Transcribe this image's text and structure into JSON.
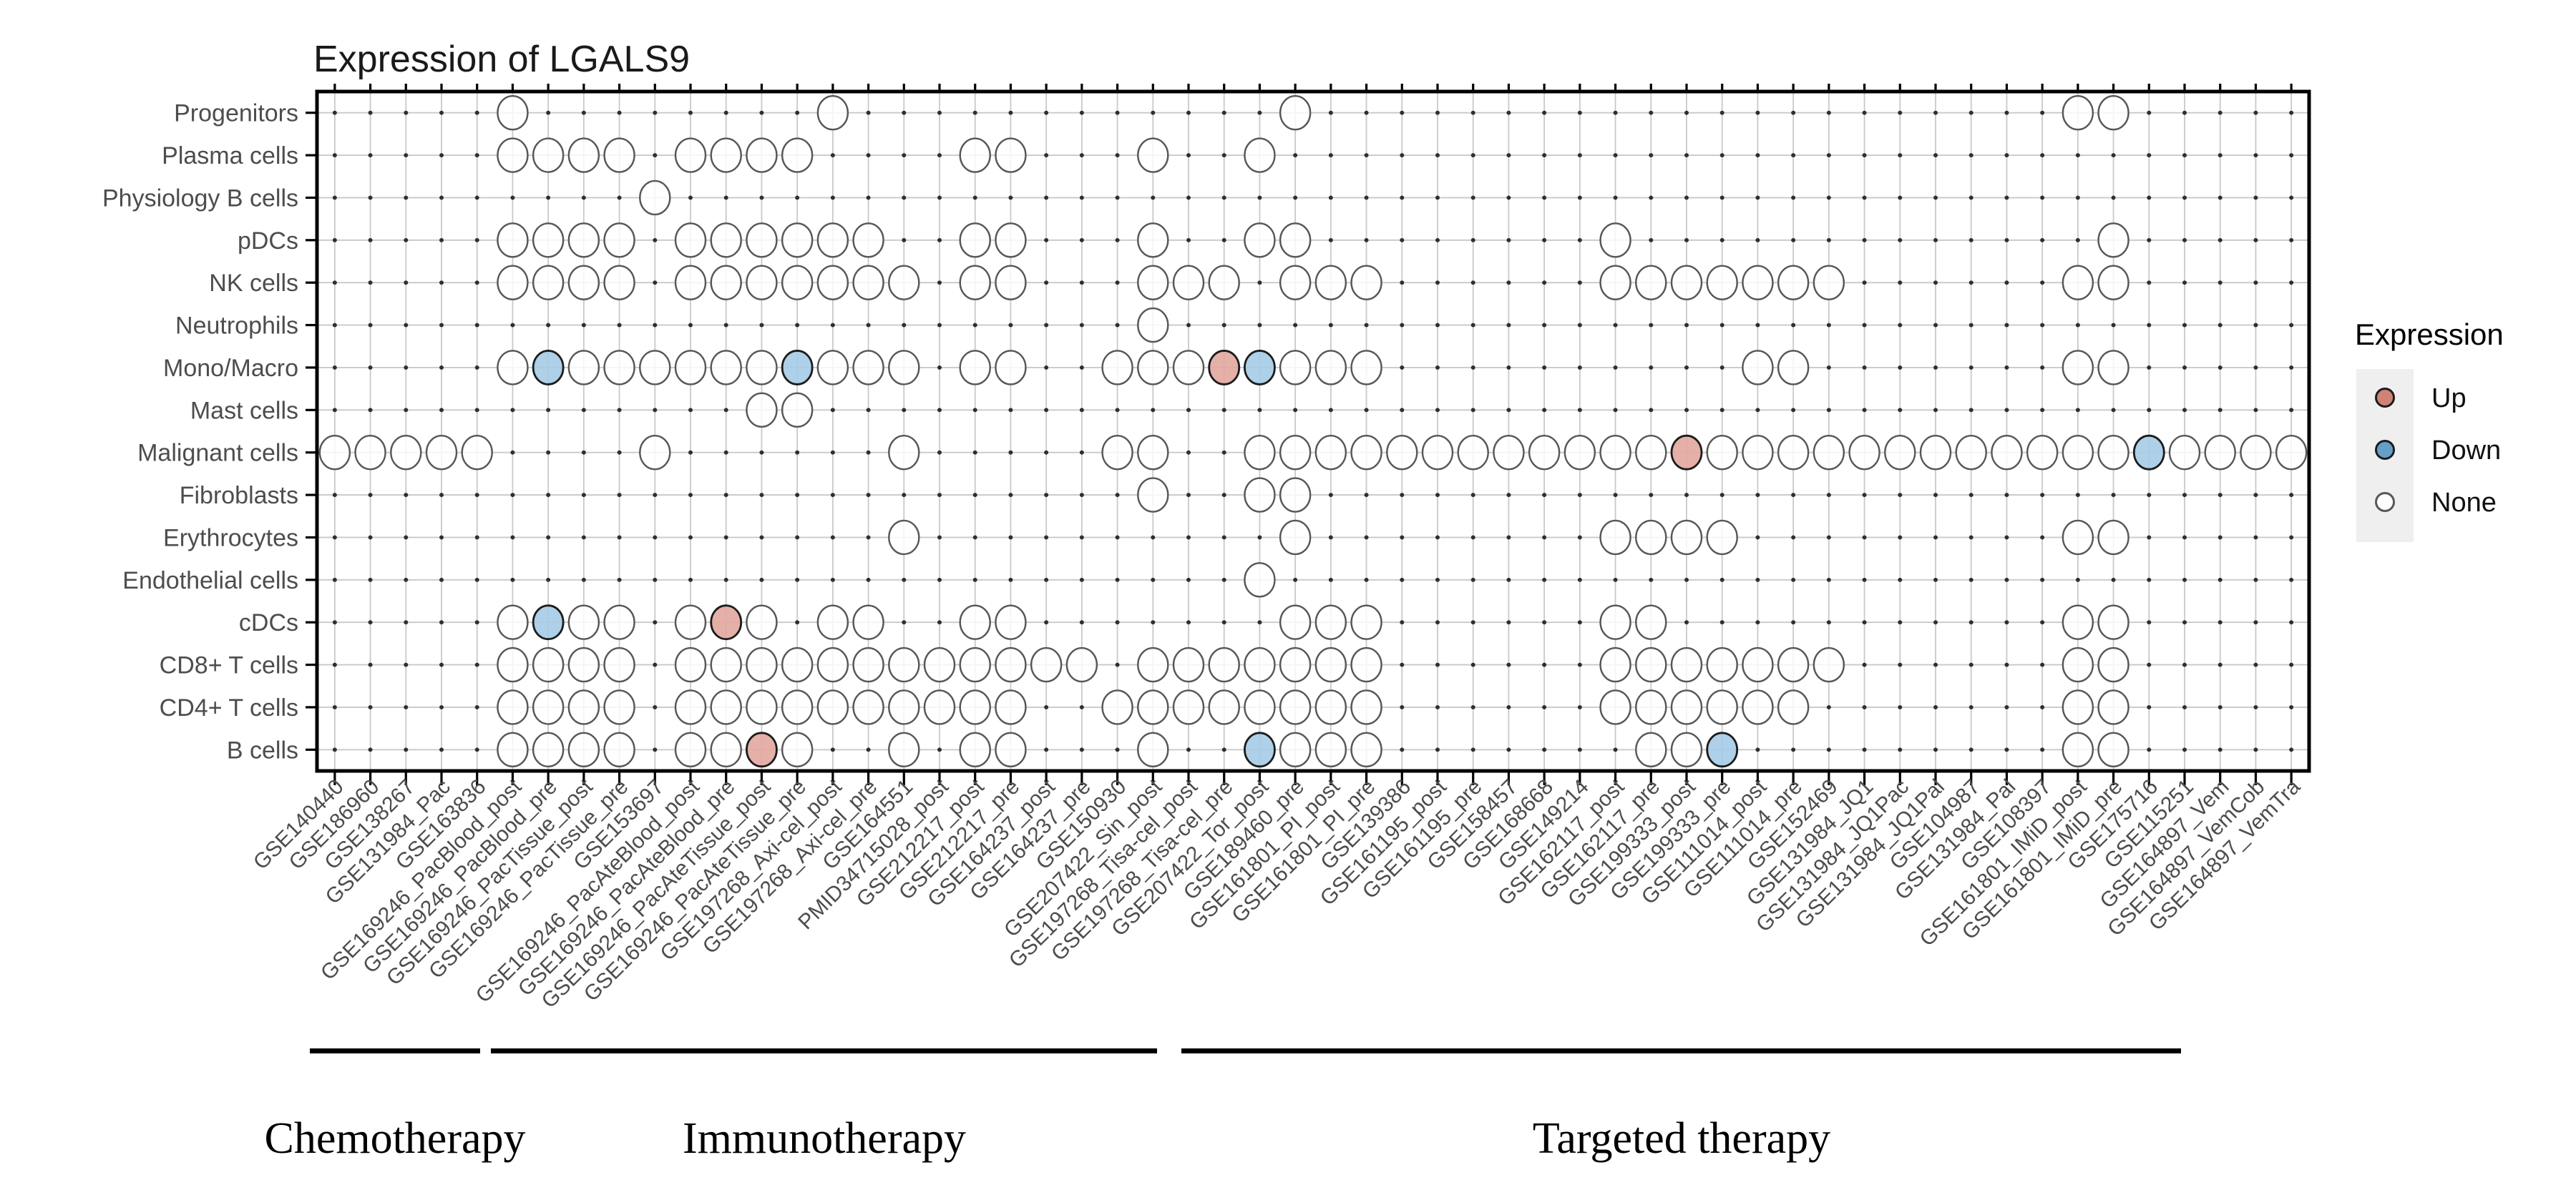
{
  "title": "Expression of LGALS9",
  "legend": {
    "title": "Expression",
    "items": [
      {
        "label": "Up",
        "key_color": "#cf8276"
      },
      {
        "label": "Down",
        "key_color": "#649fc7"
      },
      {
        "label": "None",
        "key_color": "#ffffff"
      }
    ]
  },
  "colors": {
    "up_fill": "#e2a79d",
    "down_fill": "#a5cbe6",
    "none_fill": "#ffffff",
    "none_stroke": "#575757",
    "colored_stroke": "#1c1c1c",
    "grid_line": "#c9c9c9",
    "grid_dot": "#2f2f2f",
    "frame": "#000000",
    "legend_box": "#efefef"
  },
  "categories": [
    {
      "label": "Chemotherapy",
      "col_start": 1,
      "col_end": 5
    },
    {
      "label": "Immunotherapy",
      "col_start": 6,
      "col_end": 26
    },
    {
      "label": "Targeted therapy",
      "col_start": 27,
      "col_end": 56
    }
  ],
  "chart_data": {
    "type": "heatmap",
    "title": "Expression of LGALS9",
    "legend_states": [
      "Up",
      "Down",
      "None"
    ],
    "x": [
      "GSE140440",
      "GSE186960",
      "GSE138267",
      "GSE131984_Pac",
      "GSE163836",
      "GSE169246_PacBlood_post",
      "GSE169246_PacBlood_pre",
      "GSE169246_PacTissue_post",
      "GSE169246_PacTissue_pre",
      "GSE153697",
      "GSE169246_PacAteBlood_post",
      "GSE169246_PacAteBlood_pre",
      "GSE169246_PacAteTissue_post",
      "GSE169246_PacAteTissue_pre",
      "GSE197268_Axi-cel_post",
      "GSE197268_Axi-cel_pre",
      "GSE164551",
      "PMID34715028_post",
      "GSE212217_post",
      "GSE212217_pre",
      "GSE164237_post",
      "GSE164237_pre",
      "GSE150930",
      "GSE207422_Sin_post",
      "GSE197268_Tisa-cel_post",
      "GSE197268_Tisa-cel_pre",
      "GSE207422_Tor_post",
      "GSE189460_pre",
      "GSE161801_PI_post",
      "GSE161801_PI_pre",
      "GSE139386",
      "GSE161195_post",
      "GSE161195_pre",
      "GSE158457",
      "GSE168668",
      "GSE149214",
      "GSE162117_post",
      "GSE162117_pre",
      "GSE199333_post",
      "GSE199333_pre",
      "GSE111014_post",
      "GSE111014_pre",
      "GSE152469",
      "GSE131984_JQ1",
      "GSE131984_JQ1Pac",
      "GSE131984_JQ1Pal",
      "GSE104987",
      "GSE131984_Pal",
      "GSE108397",
      "GSE161801_IMiD_post",
      "GSE161801_IMiD_pre",
      "GSE175716",
      "GSE115251",
      "GSE164897_Vem",
      "GSE164897_VemCob",
      "GSE164897_VemTra"
    ],
    "y": [
      "Progenitors",
      "Plasma cells",
      "Physiology B cells",
      "pDCs",
      "NK cells",
      "Neutrophils",
      "Mono/Macro",
      "Mast cells",
      "Malignant cells",
      "Fibroblasts",
      "Erythrocytes",
      "Endothelial cells",
      "cDCs",
      "CD8+ T cells",
      "CD4+ T cells",
      "B cells"
    ],
    "state_codes": {
      "n": "None",
      "u": "Up",
      "d": "Down"
    },
    "cells": {
      "Progenitors": [
        [
          6,
          "n"
        ],
        [
          15,
          "n"
        ],
        [
          28,
          "n"
        ],
        [
          50,
          "n"
        ],
        [
          51,
          "n"
        ]
      ],
      "Plasma cells": [
        [
          6,
          "n"
        ],
        [
          7,
          "n"
        ],
        [
          8,
          "n"
        ],
        [
          9,
          "n"
        ],
        [
          11,
          "n"
        ],
        [
          12,
          "n"
        ],
        [
          13,
          "n"
        ],
        [
          14,
          "n"
        ],
        [
          19,
          "n"
        ],
        [
          20,
          "n"
        ],
        [
          24,
          "n"
        ],
        [
          27,
          "n"
        ]
      ],
      "Physiology B cells": [
        [
          10,
          "n"
        ]
      ],
      "pDCs": [
        [
          6,
          "n"
        ],
        [
          7,
          "n"
        ],
        [
          8,
          "n"
        ],
        [
          9,
          "n"
        ],
        [
          11,
          "n"
        ],
        [
          12,
          "n"
        ],
        [
          13,
          "n"
        ],
        [
          14,
          "n"
        ],
        [
          15,
          "n"
        ],
        [
          16,
          "n"
        ],
        [
          19,
          "n"
        ],
        [
          20,
          "n"
        ],
        [
          24,
          "n"
        ],
        [
          27,
          "n"
        ],
        [
          28,
          "n"
        ],
        [
          37,
          "n"
        ],
        [
          51,
          "n"
        ]
      ],
      "NK cells": [
        [
          6,
          "n"
        ],
        [
          7,
          "n"
        ],
        [
          8,
          "n"
        ],
        [
          9,
          "n"
        ],
        [
          11,
          "n"
        ],
        [
          12,
          "n"
        ],
        [
          13,
          "n"
        ],
        [
          14,
          "n"
        ],
        [
          15,
          "n"
        ],
        [
          16,
          "n"
        ],
        [
          17,
          "n"
        ],
        [
          19,
          "n"
        ],
        [
          20,
          "n"
        ],
        [
          24,
          "n"
        ],
        [
          25,
          "n"
        ],
        [
          26,
          "n"
        ],
        [
          28,
          "n"
        ],
        [
          29,
          "n"
        ],
        [
          30,
          "n"
        ],
        [
          37,
          "n"
        ],
        [
          38,
          "n"
        ],
        [
          39,
          "n"
        ],
        [
          40,
          "n"
        ],
        [
          41,
          "n"
        ],
        [
          42,
          "n"
        ],
        [
          43,
          "n"
        ],
        [
          50,
          "n"
        ],
        [
          51,
          "n"
        ]
      ],
      "Neutrophils": [
        [
          24,
          "n"
        ]
      ],
      "Mono/Macro": [
        [
          6,
          "n"
        ],
        [
          7,
          "d"
        ],
        [
          8,
          "n"
        ],
        [
          9,
          "n"
        ],
        [
          10,
          "n"
        ],
        [
          11,
          "n"
        ],
        [
          12,
          "n"
        ],
        [
          13,
          "n"
        ],
        [
          14,
          "d"
        ],
        [
          15,
          "n"
        ],
        [
          16,
          "n"
        ],
        [
          17,
          "n"
        ],
        [
          19,
          "n"
        ],
        [
          20,
          "n"
        ],
        [
          23,
          "n"
        ],
        [
          24,
          "n"
        ],
        [
          25,
          "n"
        ],
        [
          26,
          "u"
        ],
        [
          27,
          "d"
        ],
        [
          28,
          "n"
        ],
        [
          29,
          "n"
        ],
        [
          30,
          "n"
        ],
        [
          41,
          "n"
        ],
        [
          42,
          "n"
        ],
        [
          50,
          "n"
        ],
        [
          51,
          "n"
        ]
      ],
      "Mast cells": [
        [
          13,
          "n"
        ],
        [
          14,
          "n"
        ]
      ],
      "Malignant cells": [
        [
          1,
          "n"
        ],
        [
          2,
          "n"
        ],
        [
          3,
          "n"
        ],
        [
          4,
          "n"
        ],
        [
          5,
          "n"
        ],
        [
          10,
          "n"
        ],
        [
          17,
          "n"
        ],
        [
          23,
          "n"
        ],
        [
          24,
          "n"
        ],
        [
          27,
          "n"
        ],
        [
          28,
          "n"
        ],
        [
          29,
          "n"
        ],
        [
          30,
          "n"
        ],
        [
          31,
          "n"
        ],
        [
          32,
          "n"
        ],
        [
          33,
          "n"
        ],
        [
          34,
          "n"
        ],
        [
          35,
          "n"
        ],
        [
          36,
          "n"
        ],
        [
          37,
          "n"
        ],
        [
          38,
          "n"
        ],
        [
          39,
          "u"
        ],
        [
          40,
          "n"
        ],
        [
          41,
          "n"
        ],
        [
          42,
          "n"
        ],
        [
          43,
          "n"
        ],
        [
          44,
          "n"
        ],
        [
          45,
          "n"
        ],
        [
          46,
          "n"
        ],
        [
          47,
          "n"
        ],
        [
          48,
          "n"
        ],
        [
          49,
          "n"
        ],
        [
          50,
          "n"
        ],
        [
          51,
          "n"
        ],
        [
          52,
          "d"
        ],
        [
          53,
          "n"
        ],
        [
          54,
          "n"
        ],
        [
          55,
          "n"
        ],
        [
          56,
          "n"
        ]
      ],
      "Fibroblasts": [
        [
          24,
          "n"
        ],
        [
          27,
          "n"
        ],
        [
          28,
          "n"
        ]
      ],
      "Erythrocytes": [
        [
          17,
          "n"
        ],
        [
          28,
          "n"
        ],
        [
          37,
          "n"
        ],
        [
          38,
          "n"
        ],
        [
          39,
          "n"
        ],
        [
          40,
          "n"
        ],
        [
          50,
          "n"
        ],
        [
          51,
          "n"
        ]
      ],
      "Endothelial cells": [
        [
          27,
          "n"
        ]
      ],
      "cDCs": [
        [
          6,
          "n"
        ],
        [
          7,
          "d"
        ],
        [
          8,
          "n"
        ],
        [
          9,
          "n"
        ],
        [
          11,
          "n"
        ],
        [
          12,
          "u"
        ],
        [
          13,
          "n"
        ],
        [
          15,
          "n"
        ],
        [
          16,
          "n"
        ],
        [
          19,
          "n"
        ],
        [
          20,
          "n"
        ],
        [
          28,
          "n"
        ],
        [
          29,
          "n"
        ],
        [
          30,
          "n"
        ],
        [
          37,
          "n"
        ],
        [
          38,
          "n"
        ],
        [
          50,
          "n"
        ],
        [
          51,
          "n"
        ]
      ],
      "CD8+ T cells": [
        [
          6,
          "n"
        ],
        [
          7,
          "n"
        ],
        [
          8,
          "n"
        ],
        [
          9,
          "n"
        ],
        [
          11,
          "n"
        ],
        [
          12,
          "n"
        ],
        [
          13,
          "n"
        ],
        [
          14,
          "n"
        ],
        [
          15,
          "n"
        ],
        [
          16,
          "n"
        ],
        [
          17,
          "n"
        ],
        [
          18,
          "n"
        ],
        [
          19,
          "n"
        ],
        [
          20,
          "n"
        ],
        [
          21,
          "n"
        ],
        [
          22,
          "n"
        ],
        [
          24,
          "n"
        ],
        [
          25,
          "n"
        ],
        [
          26,
          "n"
        ],
        [
          27,
          "n"
        ],
        [
          28,
          "n"
        ],
        [
          29,
          "n"
        ],
        [
          30,
          "n"
        ],
        [
          37,
          "n"
        ],
        [
          38,
          "n"
        ],
        [
          39,
          "n"
        ],
        [
          40,
          "n"
        ],
        [
          41,
          "n"
        ],
        [
          42,
          "n"
        ],
        [
          43,
          "n"
        ],
        [
          50,
          "n"
        ],
        [
          51,
          "n"
        ]
      ],
      "CD4+ T cells": [
        [
          6,
          "n"
        ],
        [
          7,
          "n"
        ],
        [
          8,
          "n"
        ],
        [
          9,
          "n"
        ],
        [
          11,
          "n"
        ],
        [
          12,
          "n"
        ],
        [
          13,
          "n"
        ],
        [
          14,
          "n"
        ],
        [
          15,
          "n"
        ],
        [
          16,
          "n"
        ],
        [
          17,
          "n"
        ],
        [
          18,
          "n"
        ],
        [
          19,
          "n"
        ],
        [
          20,
          "n"
        ],
        [
          23,
          "n"
        ],
        [
          24,
          "n"
        ],
        [
          25,
          "n"
        ],
        [
          26,
          "n"
        ],
        [
          27,
          "n"
        ],
        [
          28,
          "n"
        ],
        [
          29,
          "n"
        ],
        [
          30,
          "n"
        ],
        [
          37,
          "n"
        ],
        [
          38,
          "n"
        ],
        [
          39,
          "n"
        ],
        [
          40,
          "n"
        ],
        [
          41,
          "n"
        ],
        [
          42,
          "n"
        ],
        [
          50,
          "n"
        ],
        [
          51,
          "n"
        ]
      ],
      "B cells": [
        [
          6,
          "n"
        ],
        [
          7,
          "n"
        ],
        [
          8,
          "n"
        ],
        [
          9,
          "n"
        ],
        [
          11,
          "n"
        ],
        [
          12,
          "n"
        ],
        [
          13,
          "u"
        ],
        [
          14,
          "n"
        ],
        [
          17,
          "n"
        ],
        [
          19,
          "n"
        ],
        [
          20,
          "n"
        ],
        [
          24,
          "n"
        ],
        [
          27,
          "d"
        ],
        [
          28,
          "n"
        ],
        [
          29,
          "n"
        ],
        [
          30,
          "n"
        ],
        [
          38,
          "n"
        ],
        [
          39,
          "n"
        ],
        [
          40,
          "d"
        ],
        [
          50,
          "n"
        ],
        [
          51,
          "n"
        ]
      ]
    }
  }
}
